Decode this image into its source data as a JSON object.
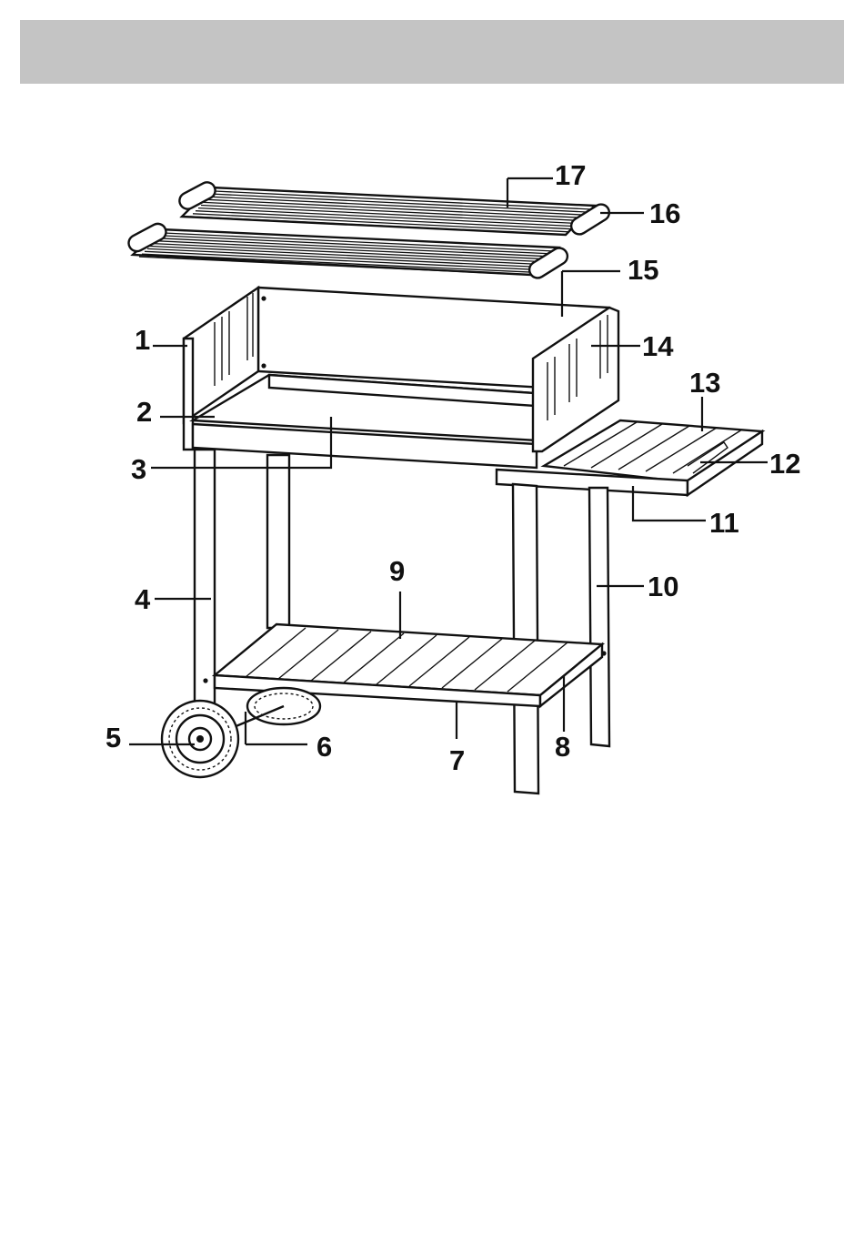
{
  "header": {
    "color": "#c4c4c4"
  },
  "diagram": {
    "subject": "barbecue-trolley-exploded-view",
    "callouts": [
      {
        "id": 1,
        "label": "1"
      },
      {
        "id": 2,
        "label": "2"
      },
      {
        "id": 3,
        "label": "3"
      },
      {
        "id": 4,
        "label": "4"
      },
      {
        "id": 5,
        "label": "5"
      },
      {
        "id": 6,
        "label": "6"
      },
      {
        "id": 7,
        "label": "7"
      },
      {
        "id": 8,
        "label": "8"
      },
      {
        "id": 9,
        "label": "9"
      },
      {
        "id": 10,
        "label": "10"
      },
      {
        "id": 11,
        "label": "11"
      },
      {
        "id": 12,
        "label": "12"
      },
      {
        "id": 13,
        "label": "13"
      },
      {
        "id": 14,
        "label": "14"
      },
      {
        "id": 15,
        "label": "15"
      },
      {
        "id": 16,
        "label": "16"
      },
      {
        "id": 17,
        "label": "17"
      }
    ]
  }
}
